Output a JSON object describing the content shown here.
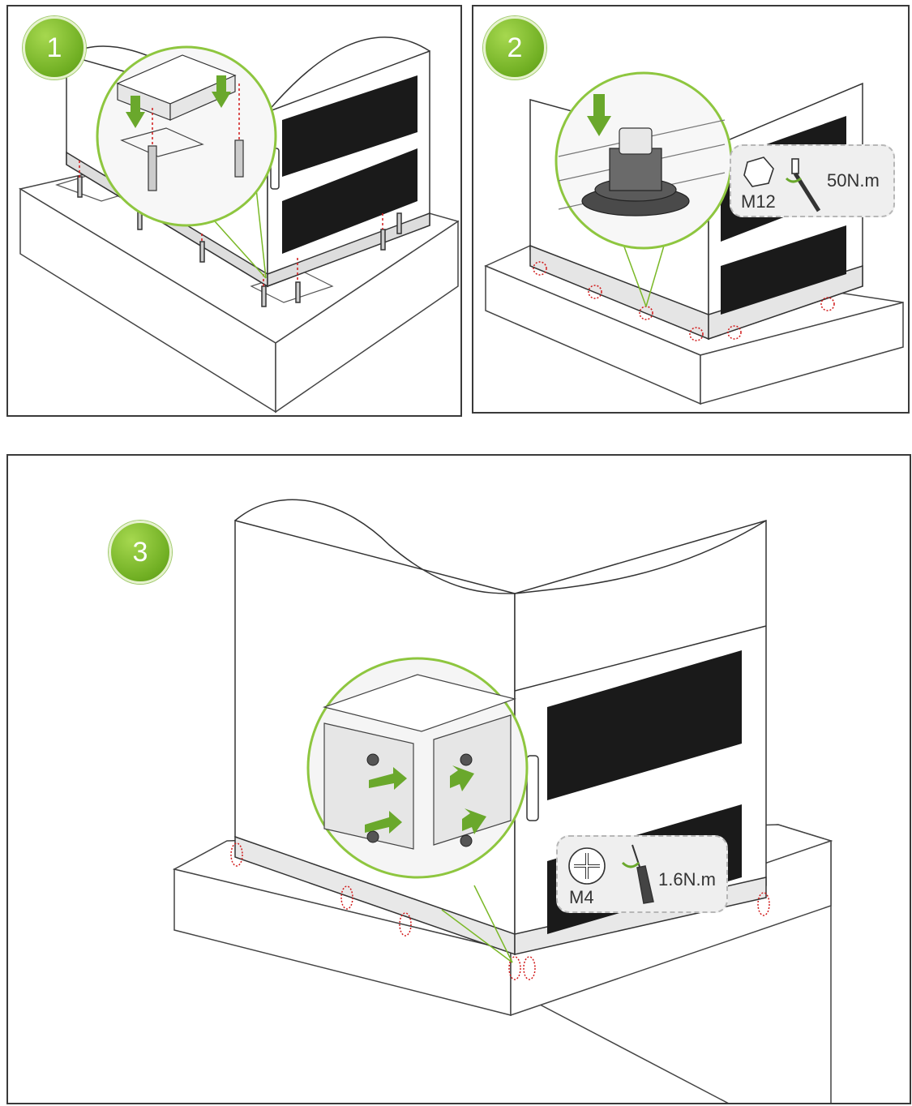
{
  "steps": [
    {
      "number": "1"
    },
    {
      "number": "2",
      "fastener": {
        "size": "M12",
        "torque": "50N.m"
      }
    },
    {
      "number": "3",
      "fastener": {
        "size": "M4",
        "torque": "1.6N.m"
      }
    }
  ],
  "colors": {
    "badge_green": "#7ab827",
    "arrow_green": "#6aa82c",
    "marker_red": "#d11a1a",
    "vent_black": "#1a1a1a"
  },
  "icons": {
    "step2_bolt": "hex-bolt-icon",
    "step2_tool": "torque-wrench-icon",
    "step3_screw": "phillips-screw-icon",
    "step3_tool": "screwdriver-icon"
  }
}
